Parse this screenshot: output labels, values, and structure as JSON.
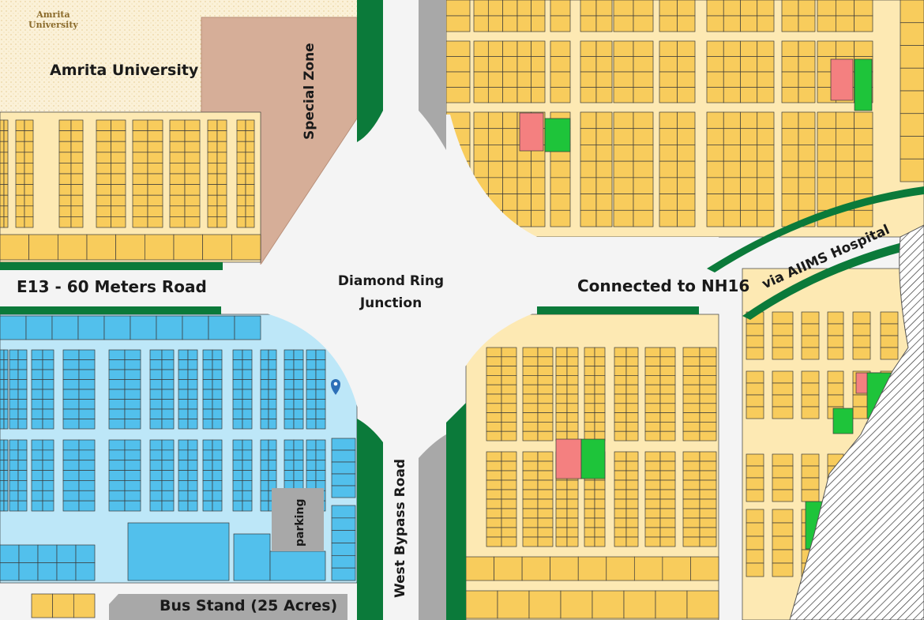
{
  "labels": {
    "univ_small_1": "Amrita",
    "univ_small_2": "University",
    "university": "Amrita University",
    "special_zone": "Special Zone",
    "e13_road": "E13 - 60 Meters Road",
    "junction_1": "Diamond Ring",
    "junction_2": "Junction",
    "nh16": "Connected to NH16",
    "aiims": "via AIIMS Hospital",
    "west_bypass": "West Bypass Road",
    "parking": "parking",
    "bus_stand": "Bus Stand (25 Acres)"
  },
  "icons": {
    "location_marker": "map-pin-icon"
  },
  "colors": {
    "plot_yellow": "#f8cc5c",
    "plot_light": "#fde9b3",
    "plot_blue": "#52c0ec",
    "plot_light_blue": "#bde7f8",
    "green_belt": "#0b7a3a",
    "bright_green": "#1ec43a",
    "pink": "#f48080",
    "gray": "#a8a8a8",
    "special_zone": "#d6ae98",
    "university_sand": "#fbf1d8",
    "road": "#f4f4f4",
    "marker_blue": "#2d6fb7"
  }
}
